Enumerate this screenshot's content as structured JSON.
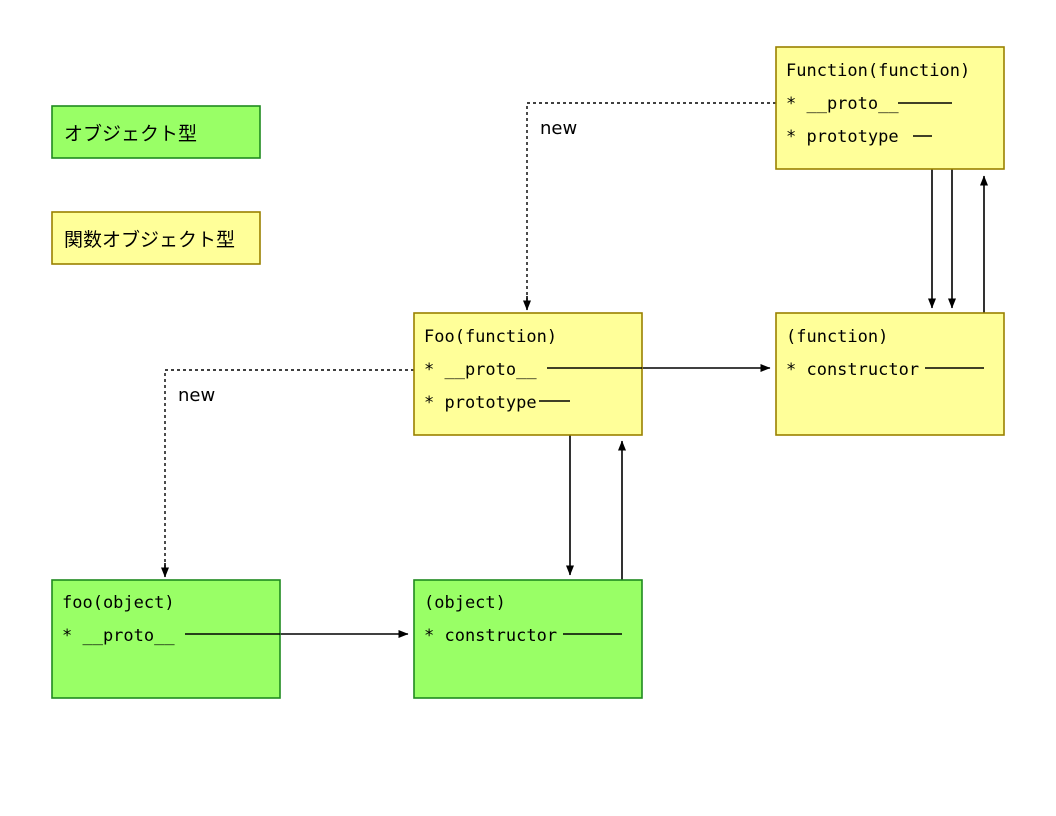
{
  "diagram": {
    "title": "JavaScript prototype chain diagram",
    "colors": {
      "object_fill": "#99ff66",
      "object_stroke": "#1f8a1f",
      "function_fill": "#ffff99",
      "function_stroke": "#998000",
      "line": "#000000",
      "background": "#ffffff"
    },
    "legend": [
      {
        "label": "オブジェクト型",
        "kind": "object"
      },
      {
        "label": "関数オブジェクト型",
        "kind": "function"
      }
    ],
    "nodes": [
      {
        "id": "function-ctor",
        "title": "Function(function)",
        "fields": [
          "* __proto__",
          "* prototype"
        ],
        "kind": "function"
      },
      {
        "id": "function-proto",
        "title": "(function)",
        "fields": [
          "* constructor"
        ],
        "kind": "function"
      },
      {
        "id": "foo-ctor",
        "title": "Foo(function)",
        "fields": [
          "* __proto__",
          "* prototype"
        ],
        "kind": "function"
      },
      {
        "id": "object-proto",
        "title": "(object)",
        "fields": [
          "* constructor"
        ],
        "kind": "object"
      },
      {
        "id": "foo-instance",
        "title": "foo(object)",
        "fields": [
          "* __proto__"
        ],
        "kind": "object"
      }
    ],
    "edge_labels": [
      {
        "id": "new-function-to-foo",
        "text": "new"
      },
      {
        "id": "new-foo-to-fooinstance",
        "text": "new"
      }
    ]
  }
}
